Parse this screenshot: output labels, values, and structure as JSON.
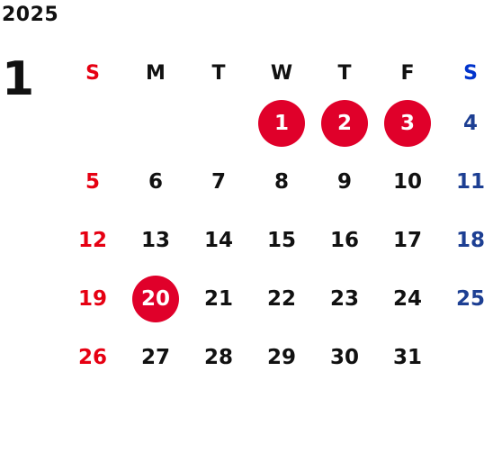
{
  "calendar": {
    "year": "2025",
    "month": "1",
    "weekdays": [
      "S",
      "M",
      "T",
      "W",
      "T",
      "F",
      "S"
    ],
    "weeks": [
      [
        {
          "day": "",
          "type": "sun",
          "holiday": false
        },
        {
          "day": "",
          "type": "weekday",
          "holiday": false
        },
        {
          "day": "",
          "type": "weekday",
          "holiday": false
        },
        {
          "day": "1",
          "type": "weekday",
          "holiday": true
        },
        {
          "day": "2",
          "type": "weekday",
          "holiday": true
        },
        {
          "day": "3",
          "type": "weekday",
          "holiday": true
        },
        {
          "day": "4",
          "type": "sat",
          "holiday": false
        }
      ],
      [
        {
          "day": "5",
          "type": "sun",
          "holiday": false
        },
        {
          "day": "6",
          "type": "weekday",
          "holiday": false
        },
        {
          "day": "7",
          "type": "weekday",
          "holiday": false
        },
        {
          "day": "8",
          "type": "weekday",
          "holiday": false
        },
        {
          "day": "9",
          "type": "weekday",
          "holiday": false
        },
        {
          "day": "10",
          "type": "weekday",
          "holiday": false
        },
        {
          "day": "11",
          "type": "sat",
          "holiday": false
        }
      ],
      [
        {
          "day": "12",
          "type": "sun",
          "holiday": false
        },
        {
          "day": "13",
          "type": "weekday",
          "holiday": false
        },
        {
          "day": "14",
          "type": "weekday",
          "holiday": false
        },
        {
          "day": "15",
          "type": "weekday",
          "holiday": false
        },
        {
          "day": "16",
          "type": "weekday",
          "holiday": false
        },
        {
          "day": "17",
          "type": "weekday",
          "holiday": false
        },
        {
          "day": "18",
          "type": "sat",
          "holiday": false
        }
      ],
      [
        {
          "day": "19",
          "type": "sun",
          "holiday": false
        },
        {
          "day": "20",
          "type": "weekday",
          "holiday": true
        },
        {
          "day": "21",
          "type": "weekday",
          "holiday": false
        },
        {
          "day": "22",
          "type": "weekday",
          "holiday": false
        },
        {
          "day": "23",
          "type": "weekday",
          "holiday": false
        },
        {
          "day": "24",
          "type": "weekday",
          "holiday": false
        },
        {
          "day": "25",
          "type": "sat",
          "holiday": false
        }
      ],
      [
        {
          "day": "26",
          "type": "sun",
          "holiday": false
        },
        {
          "day": "27",
          "type": "weekday",
          "holiday": false
        },
        {
          "day": "28",
          "type": "weekday",
          "holiday": false
        },
        {
          "day": "29",
          "type": "weekday",
          "holiday": false
        },
        {
          "day": "30",
          "type": "weekday",
          "holiday": false
        },
        {
          "day": "31",
          "type": "weekday",
          "holiday": false
        },
        {
          "day": "",
          "type": "sat",
          "holiday": false
        }
      ]
    ]
  },
  "colors": {
    "sunday": "#e60012",
    "saturday": "#1d3f93",
    "holiday_circle": "#e0002a",
    "text": "#111111"
  }
}
